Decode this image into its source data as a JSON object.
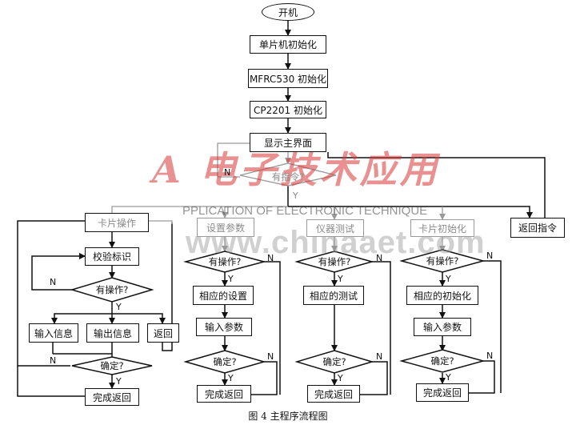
{
  "nodes": {
    "start": "开机",
    "mcu_init": "单片机初始化",
    "mfrc_init": "MFRC530 初始化",
    "cp_init": "CP2201 初始化",
    "main_ui": "显示主界面",
    "has_cmd": "有指令?",
    "card_op": "卡片操作",
    "set_param": "设置参数",
    "instr_test": "仪器测试",
    "card_init": "卡片初始化",
    "return_cmd": "返回指令",
    "verify": "校验标识",
    "has_op_1": "有操作?",
    "input_info": "输入信息",
    "output_info": "输出信息",
    "return": "返回",
    "confirm_1": "确定?",
    "done_1": "完成返回",
    "has_op_2": "有操作?",
    "corr_set": "相应的设置",
    "input_param_2": "输入参数",
    "confirm_2": "确定?",
    "done_2": "完成返回",
    "has_op_3": "有操作?",
    "corr_test": "相应的测试",
    "confirm_3": "确定?",
    "done_3": "完成返回",
    "has_op_4": "有操作?",
    "corr_init": "相应的初始化",
    "input_param_4": "输入参数",
    "confirm_4": "确定?",
    "done_4": "完成返回"
  },
  "edge_labels": {
    "yes": "Y",
    "no": "N"
  },
  "caption": "图 4 主程序流程图",
  "watermark": {
    "logo": "A 电子技术应用",
    "english": "PPLICATION OF ELECTRONIC TECHNIQUE",
    "url": "www.chinaaet.com"
  },
  "colors": {
    "line": "#111111",
    "faded": "#9a9a9a",
    "watermark_red": "#d73737"
  }
}
